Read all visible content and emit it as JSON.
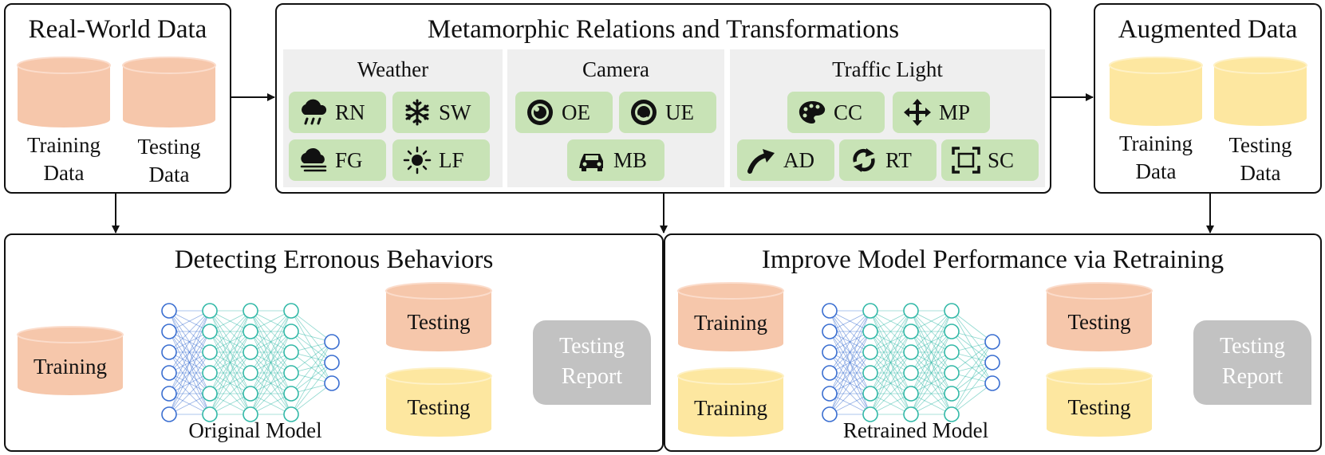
{
  "real_world": {
    "title": "Real-World Data",
    "training_caption": "Training\nData",
    "testing_caption": "Testing\nData"
  },
  "mr": {
    "title": "Metamorphic Relations and Transformations",
    "weather": {
      "title": "Weather",
      "items": [
        "RN",
        "SW",
        "FG",
        "LF"
      ]
    },
    "camera": {
      "title": "Camera",
      "items": [
        "OE",
        "UE",
        "MB"
      ]
    },
    "traffic": {
      "title": "Traffic Light",
      "items": [
        "CC",
        "MP",
        "AD",
        "RT",
        "SC"
      ]
    }
  },
  "augmented": {
    "title": "Augmented Data",
    "training_caption": "Training\nData",
    "testing_caption": "Testing\nData"
  },
  "detect": {
    "title": "Detecting Erronous Behaviors",
    "training": "Training",
    "testing_top": "Testing",
    "testing_bottom": "Testing",
    "model_caption": "Original Model",
    "report": "Testing\nReport"
  },
  "improve": {
    "title": "Improve Model Performance via Retraining",
    "training_top": "Training",
    "training_bottom": "Training",
    "testing_top": "Testing",
    "testing_bottom": "Testing",
    "model_caption": "Retrained Model",
    "report": "Testing\nReport"
  },
  "colors": {
    "orange_cylinder": "#f6c7ab",
    "yellow_cylinder": "#fde7a0",
    "chip_green": "#c8e3b6",
    "panel_gray": "#efefef",
    "report_gray": "#c2c2c2",
    "input_node": "#3b6fd1",
    "hidden_node": "#34b9a8"
  },
  "icons": {
    "RN": "rain-cloud-icon",
    "SW": "snowflake-icon",
    "FG": "fog-cloud-icon",
    "LF": "sun-icon",
    "OE": "overexposure-lens-icon",
    "UE": "underexposure-lens-icon",
    "MB": "car-icon",
    "CC": "palette-icon",
    "MP": "move-arrows-icon",
    "AD": "curved-arrow-icon",
    "RT": "rotate-icon",
    "SC": "scale-frame-icon"
  }
}
